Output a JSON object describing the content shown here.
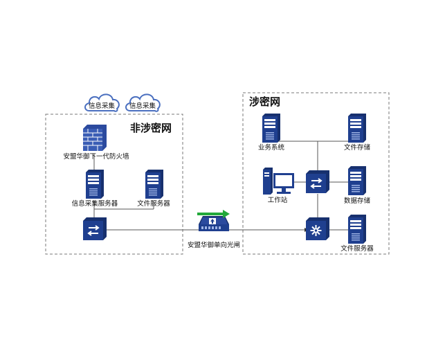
{
  "zones": {
    "left_title": "非涉密网",
    "right_title": "涉密网"
  },
  "clouds": [
    {
      "label": "信息采集"
    },
    {
      "label": "信息采集"
    }
  ],
  "devices": {
    "firewall": "安盟华御下一代防火墙",
    "collect_server": "信息采集服务器",
    "left_file_server": "文件服务器",
    "gateway": "安盟华御单向光闸",
    "business_system": "业务系统",
    "file_storage": "文件存储",
    "workstation": "工作站",
    "data_storage": "数据存储",
    "right_file_server": "文件服务器"
  },
  "colors": {
    "device_blue": "#1f3f8f",
    "device_dark": "#17306e",
    "arrow_green": "#22a83a",
    "line": "#555555",
    "firewall_brick": "#3a5db5"
  }
}
